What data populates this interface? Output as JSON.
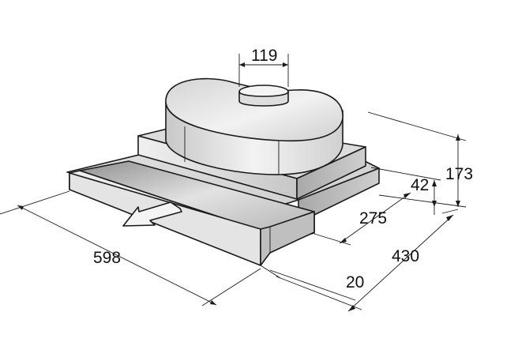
{
  "dimensions": {
    "duct_diameter": "119",
    "total_height": "173",
    "body_height": "42",
    "depth_extended": "275",
    "depth": "430",
    "front_panel": "20",
    "width": "598"
  },
  "colors": {
    "line": "#1a1a1a",
    "hood_light": "#ececec",
    "hood_mid": "#c9c9c9",
    "hood_dark": "#8e8e8e",
    "panel_light": "#e8e8e8",
    "panel_dark": "#9c9c9c",
    "arrow_fill": "#f4f4f4"
  },
  "icons": {
    "pull_direction": "pull-out-arrow-icon"
  }
}
